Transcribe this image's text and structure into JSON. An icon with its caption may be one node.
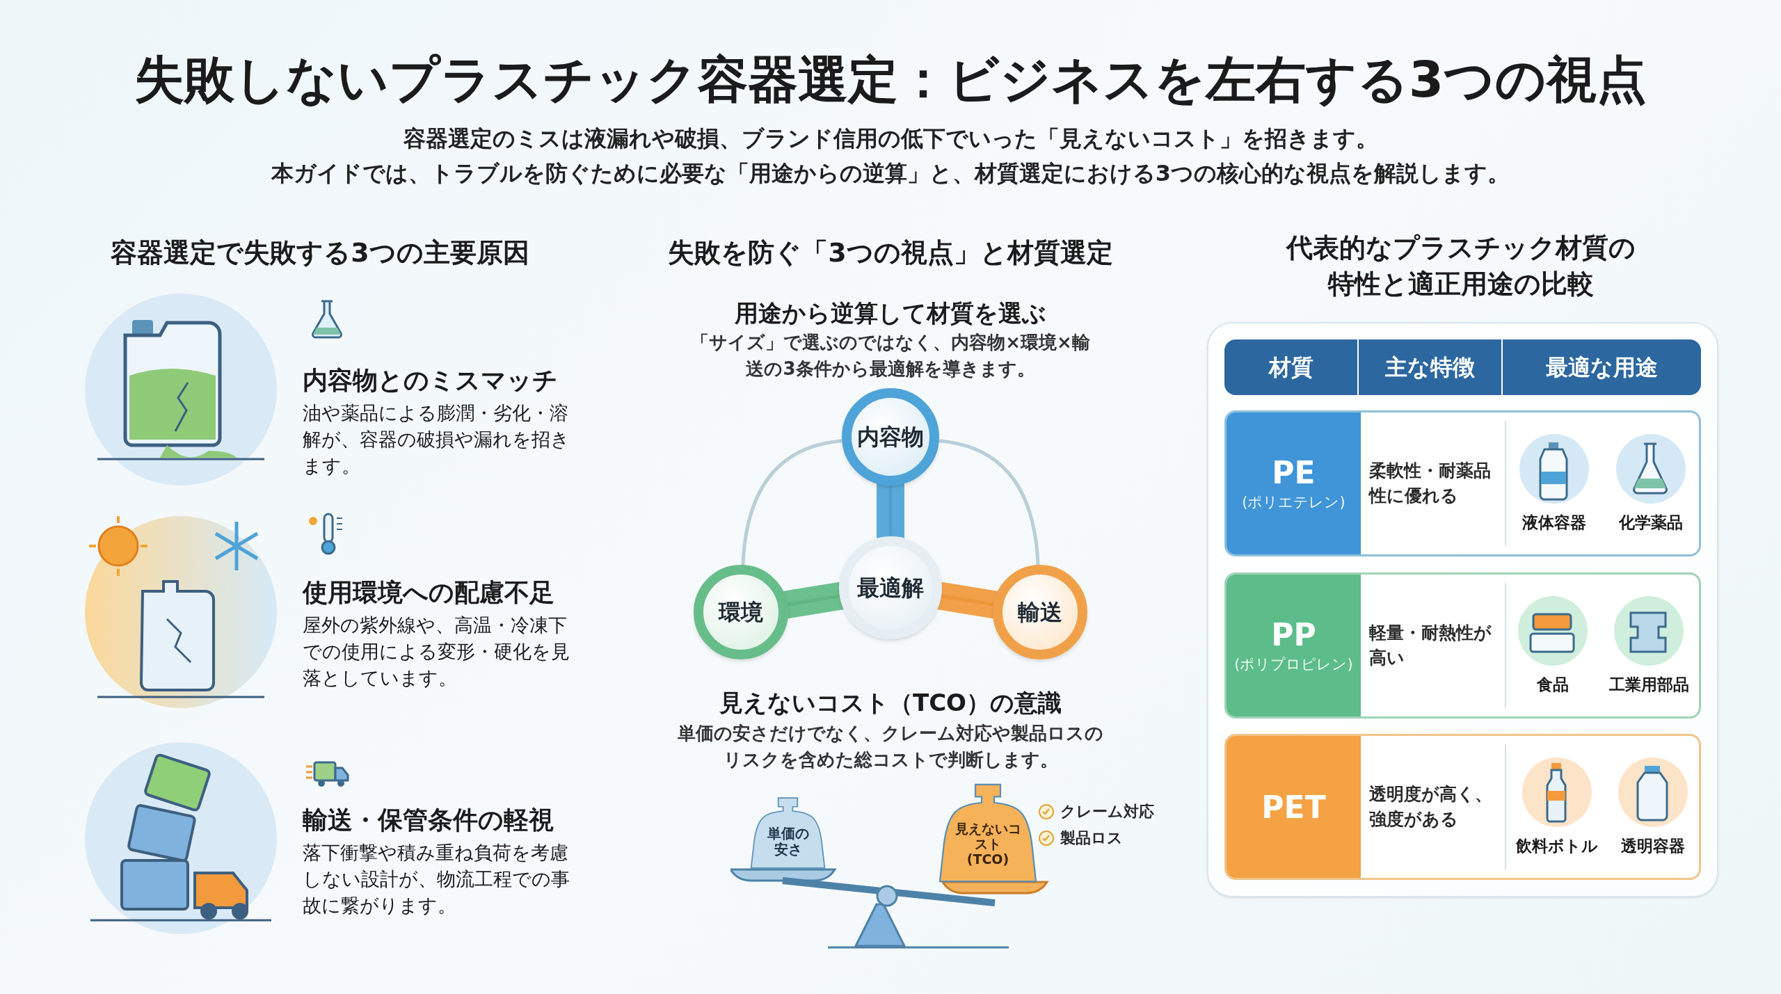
{
  "diagram": {
    "title": "失敗しないプラスチック容器選定：ビジネスを左右する3つの視点",
    "nodes": [
      {
        "text": [
          "内容物"
        ]
      },
      {
        "text": [
          "環境"
        ]
      },
      {
        "text": [
          "最適解"
        ]
      },
      {
        "text": [
          "輸送"
        ]
      },
      {
        "text": [
          "単価の安さ"
        ]
      },
      {
        "text": [
          "見えないコスト(TCO)"
        ]
      }
    ],
    "edges": [
      {
        "from": 0,
        "to": 1,
        "arrow": "none"
      },
      {
        "from": 0,
        "to": 3,
        "arrow": "none"
      },
      {
        "from": 2,
        "to": 0,
        "arrow": "none",
        "color": "#4f9fd3"
      },
      {
        "from": 2,
        "to": 1,
        "arrow": "none",
        "color": "#5fb682"
      },
      {
        "from": 2,
        "to": 3,
        "arrow": "none",
        "color": "#ec9638"
      }
    ],
    "labels": [
      "容器選定のミスは液漏れや破損、ブランド信用の低下でいった「見えないコスト」を招きます。",
      "本ガイドでは、トラブルを防ぐために必要な「用途からの逆算」と、材質選定における3つの核心的な視点を解説します。",
      "容器選定で失敗する3つの主要原因",
      "内容物とのミスマッチ",
      "油や薬品による膨潤・劣化・溶解が、容器の破損や漏れを招きます。",
      "使用環境への配慮不足",
      "屋外の紫外線や、高温・冷凍下での使用による変形・硬化を見落としています。",
      "輸送・保管条件の軽視",
      "落下衝撃や積み重ね負荷を考慮しない設計が、物流工程での事故に繋がります。",
      "失敗を防ぐ「3つの視点」と材質選定",
      "用途から逆算して材質を選ぶ",
      "「サイズ」で選ぶのではなく、内容物×環境×輸送の3条件から最適解を導きます。",
      "見えないコスト（TCO）の意識",
      "単価の安さだけでなく、クレーム対応や製品ロスのリスクを含めた総コストで判断します。",
      "クレーム対応",
      "製品ロス",
      "代表的なプラスチック材質の特性と適正用途の比較",
      "材質",
      "主な特徴",
      "最適な用途",
      "PE",
      "(ポリエテレン)",
      "柔軟性・耐薬品性に優れる",
      "液体容器",
      "化学薬品",
      "PP",
      "(ポリプロピレン)",
      "軽量・耐熱性が高い",
      "食品",
      "工業用部品",
      "PET",
      "透明度が高く、強度がある",
      "飲料ボトル",
      "透明容器"
    ]
  }
}
